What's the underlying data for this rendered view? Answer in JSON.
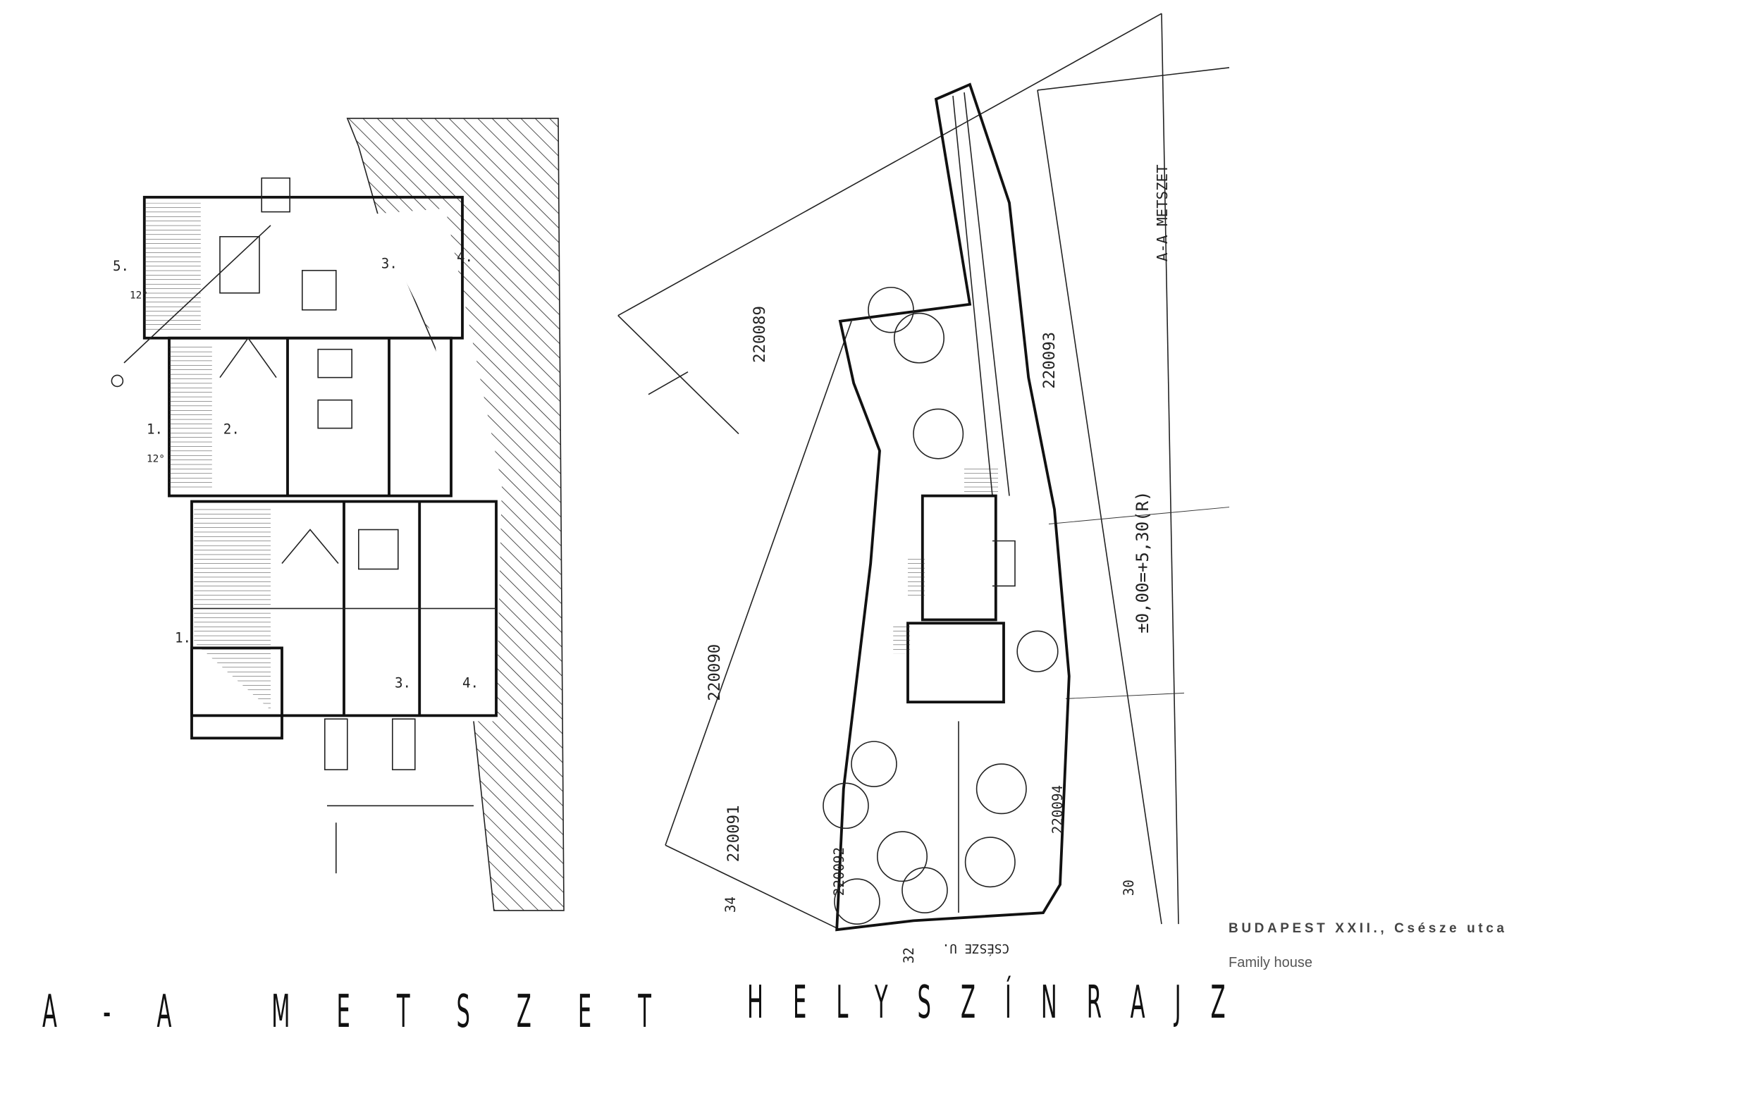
{
  "project": {
    "title": "BUDAPEST XXII., Csésze utca",
    "subtitle": "Family house"
  },
  "drawings": {
    "section_title": "A-A METSZET",
    "site_title": "HELYSZÍNRAJZ",
    "section_labels": [
      "5.",
      "3.",
      "4.",
      "1.",
      "2.",
      "1.",
      "3.",
      "4.",
      "12°",
      "12°"
    ],
    "parcels": [
      "220089",
      "220090",
      "220091",
      "220092",
      "220093",
      "220094"
    ],
    "site_notes": {
      "section_line": "A-A METSZET",
      "datum": "±0,00=+5,30(R)",
      "street": "CSÉSZE U.",
      "street_numbers": [
        "34",
        "32",
        "30"
      ]
    }
  }
}
